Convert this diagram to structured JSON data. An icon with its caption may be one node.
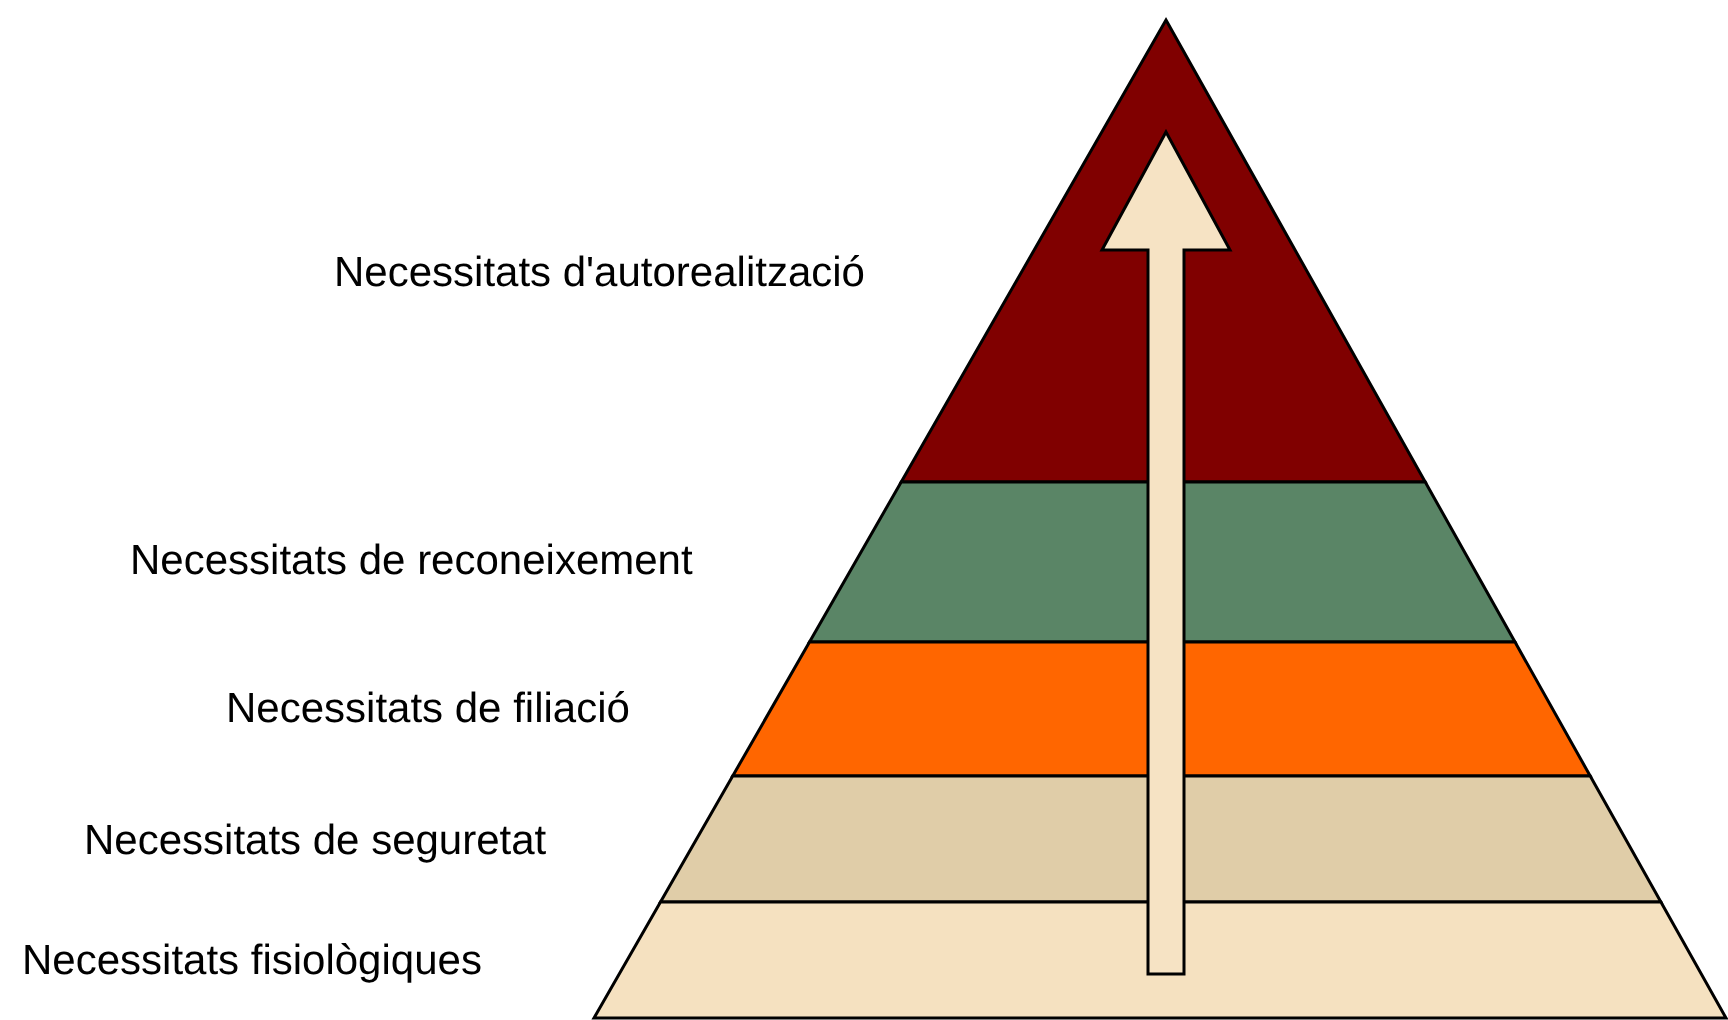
{
  "diagram": {
    "nodes": [
      {
        "text": [
          "Necessitats d'autorealització"
        ]
      },
      {
        "text": [
          "Necessitats de reconeixement"
        ]
      },
      {
        "text": [
          "Necessitats de filiació"
        ]
      },
      {
        "text": [
          "Necessitats de seguretat"
        ]
      },
      {
        "text": [
          "Necessitats fisiològiques"
        ]
      }
    ],
    "edges": [
      {
        "from": 4,
        "to": 0,
        "arrow": "to"
      }
    ]
  }
}
